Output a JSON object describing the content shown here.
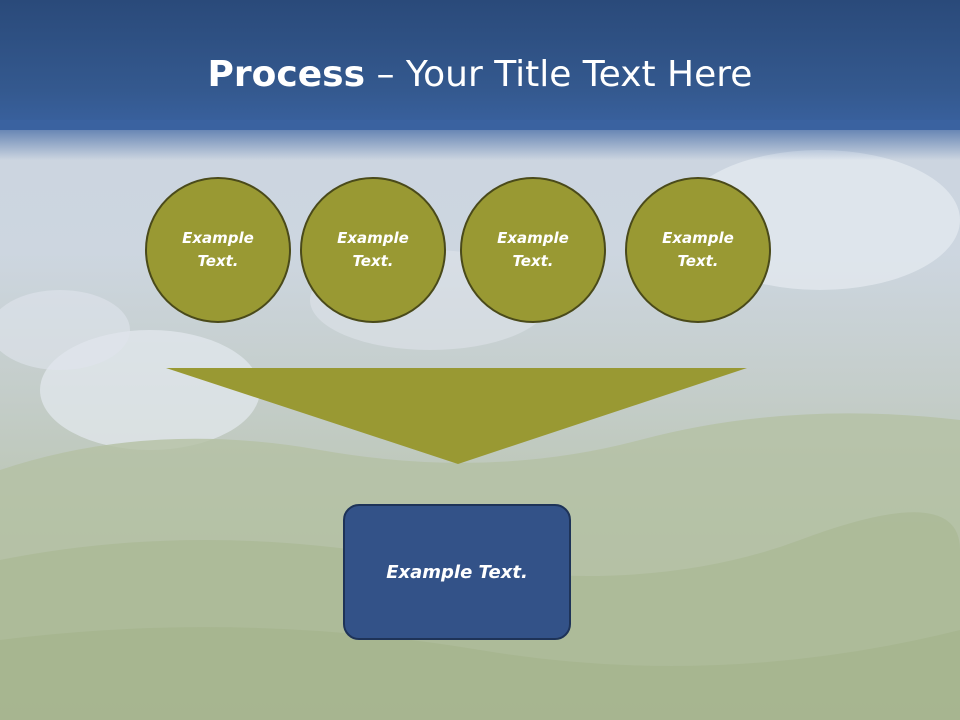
{
  "slide": {
    "title_bold": "Process",
    "title_rest": " – Your Title Text Here",
    "circles": [
      {
        "label": "Example Text."
      },
      {
        "label": "Example Text."
      },
      {
        "label": "Example Text."
      },
      {
        "label": "Example Text."
      }
    ],
    "result_box": {
      "label": "Example Text."
    }
  },
  "colors": {
    "header": "#34598f",
    "circle_fill": "#999933",
    "circle_border": "#4a4a1a",
    "funnel_fill": "#999933",
    "box_fill": "#335288"
  }
}
